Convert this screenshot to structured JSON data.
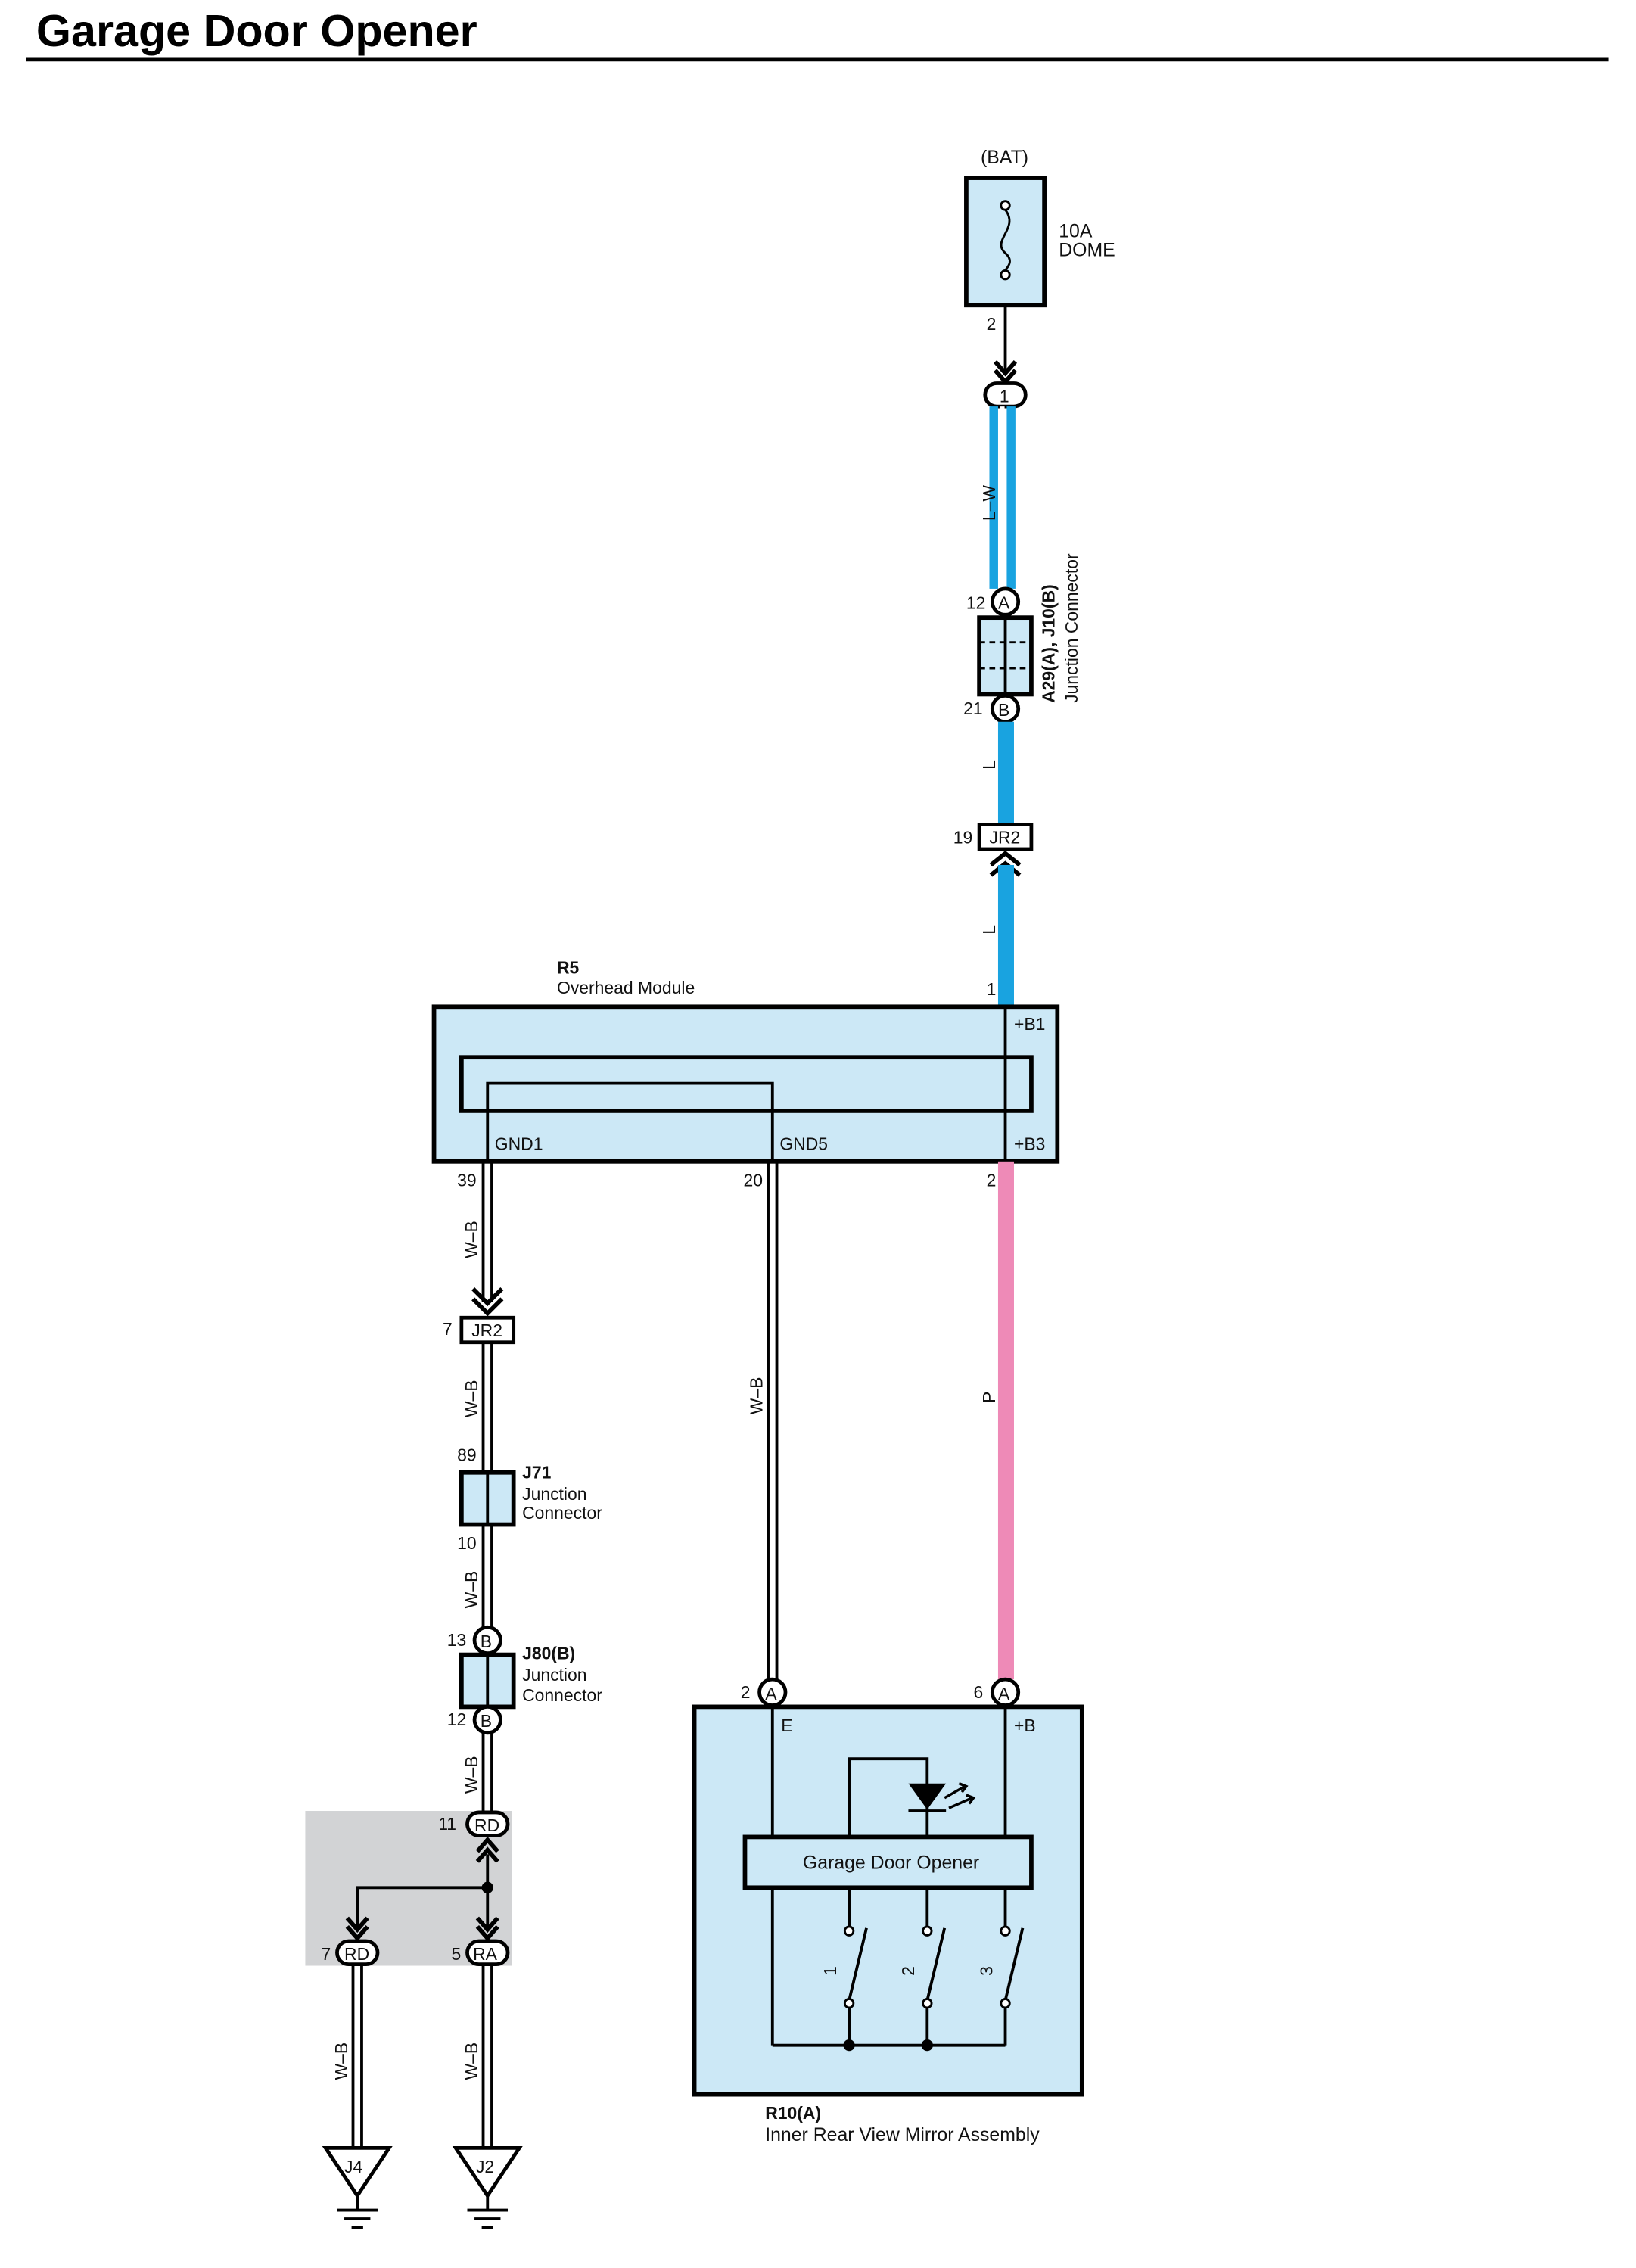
{
  "title": "Garage Door Opener",
  "fuse": {
    "source": "(BAT)",
    "rating": "10A",
    "name": "DOME",
    "pin": "2"
  },
  "connector_1": "1",
  "wire_colors": {
    "lw": "L–W",
    "l": "L",
    "wb": "W–B",
    "p": "P"
  },
  "junction_a29": {
    "label": "A29(A), J10(B)",
    "desc": "Junction Connector",
    "pin_top": "12",
    "letter_top": "A",
    "pin_bottom": "21",
    "letter_bottom": "B"
  },
  "jr2_top": {
    "pin": "19",
    "name": "JR2"
  },
  "r5": {
    "id": "R5",
    "desc": "Overhead Module",
    "pin_b1": "1",
    "label_b1": "+B1",
    "label_b3": "+B3",
    "label_gnd1": "GND1",
    "label_gnd5": "GND5",
    "pin_gnd1": "39",
    "pin_gnd5": "20",
    "pin_b3": "2"
  },
  "jr2_left": {
    "pin": "7",
    "name": "JR2"
  },
  "j71": {
    "id": "J71",
    "desc1": "Junction",
    "desc2": "Connector",
    "pin_top": "89",
    "pin_bottom": "10"
  },
  "j80": {
    "id": "J80(B)",
    "desc1": "Junction",
    "desc2": "Connector",
    "pin_top": "13",
    "pin_bottom": "12",
    "letter": "B"
  },
  "splice": {
    "pin_top": "11",
    "name_top": "RD",
    "pin_left": "7",
    "name_left": "RD",
    "pin_right": "5",
    "name_right": "RA"
  },
  "grounds": {
    "left": "J4",
    "right": "J2"
  },
  "r10": {
    "id": "R10(A)",
    "desc": "Inner Rear View Mirror Assembly",
    "pin_e": "2",
    "pin_b": "6",
    "letter": "A",
    "label_e": "E",
    "label_b": "+B",
    "module": "Garage Door Opener",
    "switches": [
      "1",
      "2",
      "3"
    ]
  },
  "colors": {
    "light_blue_fill": "#cce8f6",
    "wire_blue": "#19a3e0",
    "wire_pink": "#ee8ab7",
    "gray_box": "#d2d3d5"
  }
}
